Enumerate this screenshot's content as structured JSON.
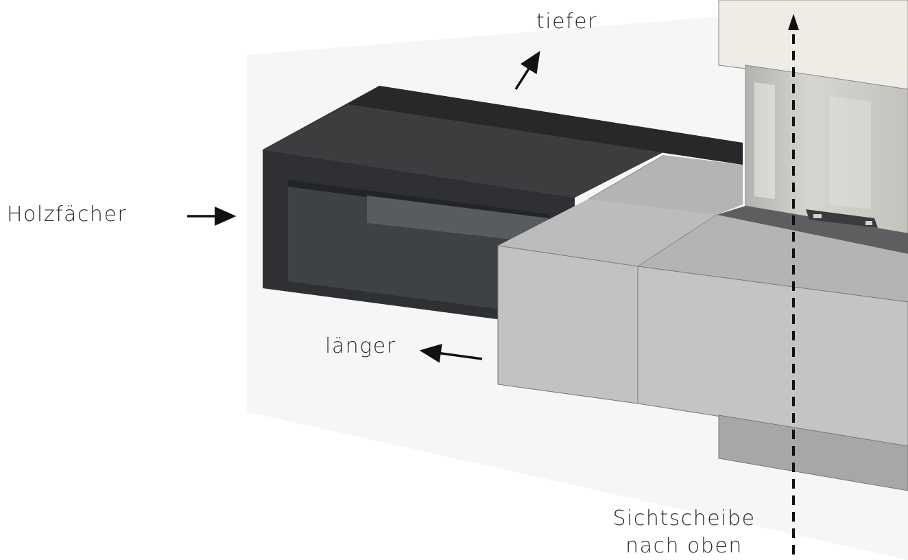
{
  "labels": {
    "tiefer": "tiefer",
    "holzfaecher": "Holzfächer",
    "laenger": "länger",
    "sichtscheibe_line1": "Sichtscheibe",
    "sichtscheibe_line2": "nach oben"
  },
  "colors": {
    "background": "#ffffff",
    "drawer_dark": "#2e3033",
    "body_gray": "#b9b9b9",
    "top_cream": "#efece6",
    "arrow": "#111111"
  }
}
